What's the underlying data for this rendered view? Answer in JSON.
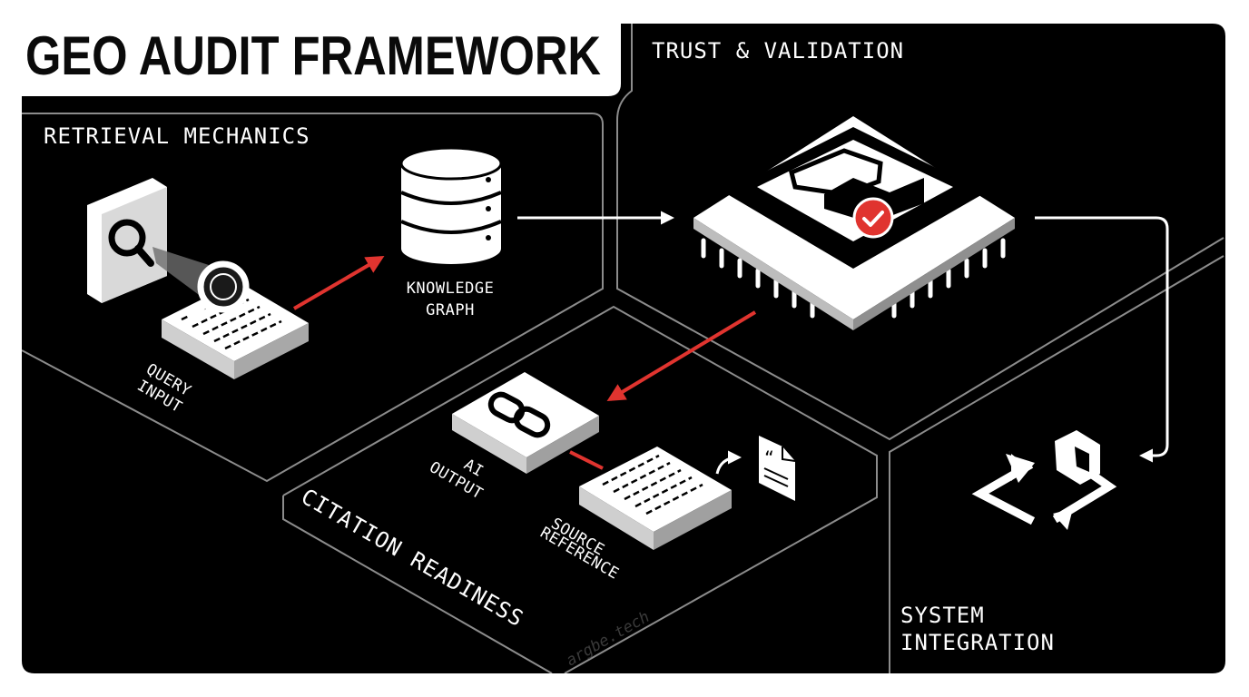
{
  "title": "GEO AUDIT FRAMEWORK",
  "sections": {
    "trust": "TRUST & VALIDATION",
    "retrieval": "RETRIEVAL MECHANICS",
    "citation": "CITATION READINESS",
    "system": {
      "line1": "SYSTEM",
      "line2": "INTEGRATION"
    }
  },
  "nodes": {
    "knowledge_graph": {
      "line1": "KNOWLEDGE",
      "line2": "GRAPH"
    },
    "query_input": {
      "line1": "QUERY",
      "line2": "INPUT"
    },
    "ai_output": {
      "line1": "AI",
      "line2": "OUTPUT"
    },
    "source_reference": {
      "line1": "SOURCE",
      "line2": "REFERENCE"
    }
  },
  "watermark": "argbe.tech",
  "colors": {
    "background": "#000000",
    "foreground": "#ffffff",
    "accent": "#e0342f"
  }
}
